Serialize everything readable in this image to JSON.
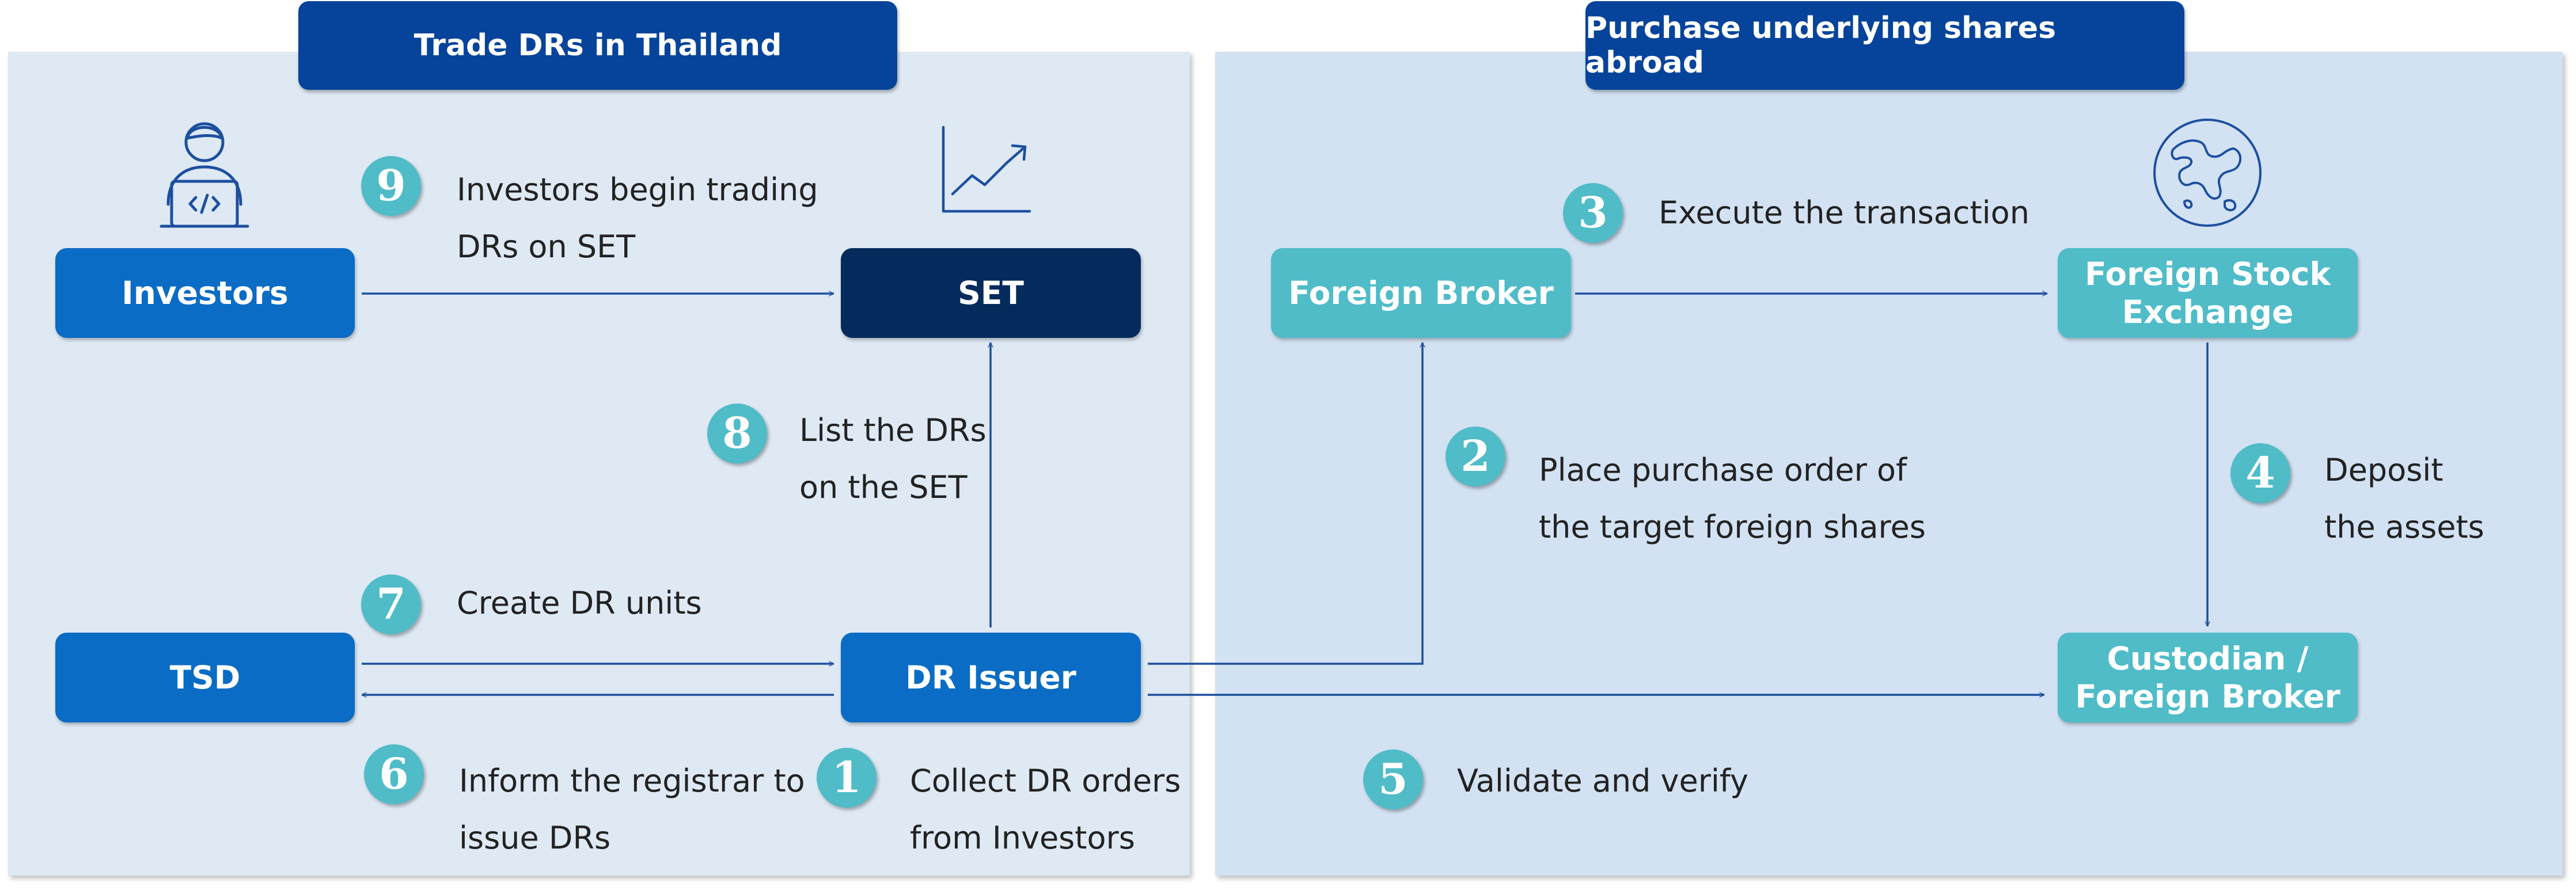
{
  "panels": {
    "left_title": "Trade DRs in Thailand",
    "right_title": "Purchase underlying shares abroad"
  },
  "nodes": {
    "investors": "Investors",
    "set": "SET",
    "tsd": "TSD",
    "dr_issuer": "DR Issuer",
    "foreign_broker": "Foreign Broker",
    "foreign_stock_exchange": "Foreign Stock\nExchange",
    "custodian": "Custodian /\nForeign Broker"
  },
  "steps": [
    {
      "num": "1",
      "text": "Collect DR orders\nfrom Investors"
    },
    {
      "num": "2",
      "text": "Place purchase order of\nthe target foreign shares"
    },
    {
      "num": "3",
      "text": "Execute the transaction"
    },
    {
      "num": "4",
      "text": "Deposit\nthe assets"
    },
    {
      "num": "5",
      "text": "Validate and verify"
    },
    {
      "num": "6",
      "text": "Inform the registrar to\nissue DRs"
    },
    {
      "num": "7",
      "text": "Create DR units"
    },
    {
      "num": "8",
      "text": "List the DRs\non the SET"
    },
    {
      "num": "9",
      "text": "Investors begin trading\nDRs on SET"
    }
  ],
  "icons": [
    "investor-laptop-icon",
    "chart-icon",
    "globe-icon"
  ],
  "colors": {
    "header": "#05449a",
    "node_blue": "#0a6cc4",
    "node_navy": "#052b5c",
    "node_teal": "#4fbcc8",
    "arrow": "#1d4f9e"
  }
}
